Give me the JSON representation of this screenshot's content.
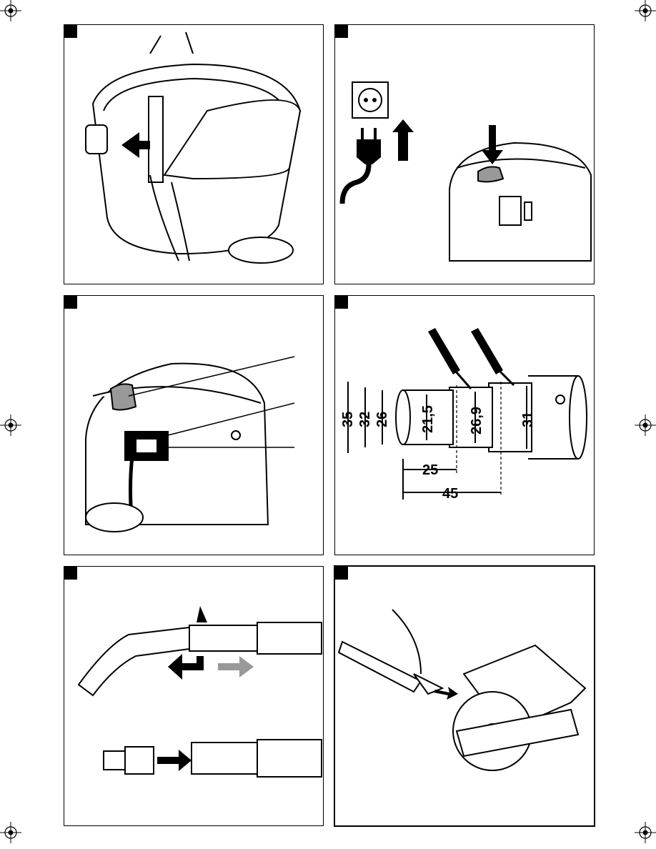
{
  "figure_4": {
    "dimensions": {
      "d35": "35",
      "d32": "32",
      "d26": "26",
      "d21_5": "21,5",
      "d26_9": "26,9",
      "d31": "31",
      "d25": "25",
      "d45": "45"
    }
  }
}
